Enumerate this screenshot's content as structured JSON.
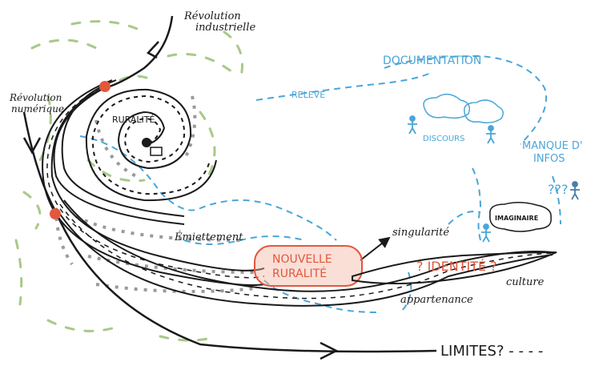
{
  "labels": {
    "revolution_industrielle_1": "Révolution",
    "revolution_industrielle_2": "industrielle",
    "revolution_numerique_1": "Révolution",
    "revolution_numerique_2": "numérique",
    "ruralite": "RURALITÉ",
    "documentation": "DOCUMENTATION",
    "releve": "RELEVÉ",
    "discours": "DISCOURS",
    "manque_infos_1": "MANQUE D'",
    "manque_infos_2": "INFOS",
    "question_marks": "???",
    "emiettement": "Émiettement",
    "singularite": "singularité",
    "imaginaire": "IMAGINAIRE",
    "nouvelle_ruralite_1": "NOUVELLE",
    "nouvelle_ruralite_2": "RURALITÉ",
    "identite": "? IDENTITÉ ?",
    "culture": "culture",
    "appartenance": "appartenance",
    "limites": "LIMITES? - - - -"
  },
  "colors": {
    "ink": "#1a1a1a",
    "blue": "#4aa6d8",
    "red": "#e2573d",
    "red_fill": "#f5b7a6",
    "green": "#a8c98a",
    "grey": "#9a9a9a"
  }
}
